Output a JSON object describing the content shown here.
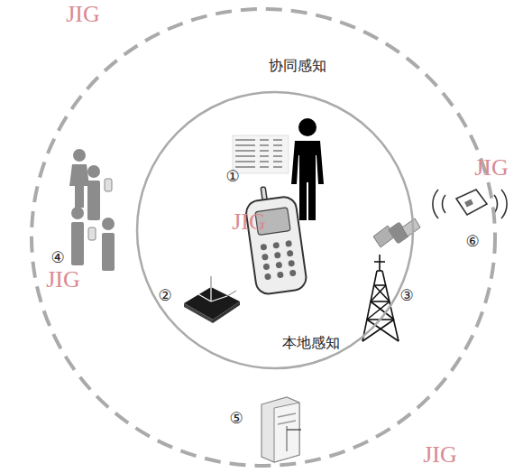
{
  "diagram": {
    "nodes": [
      {
        "text": [
          "协同感知"
        ]
      },
      {
        "text": [
          "本地感知"
        ],
        "in": 0
      }
    ],
    "labels": [
      "①",
      "②",
      "③",
      "④",
      "⑤",
      "⑥",
      "JIG",
      "JIG",
      "JIG",
      "JIG",
      "JIG"
    ]
  }
}
